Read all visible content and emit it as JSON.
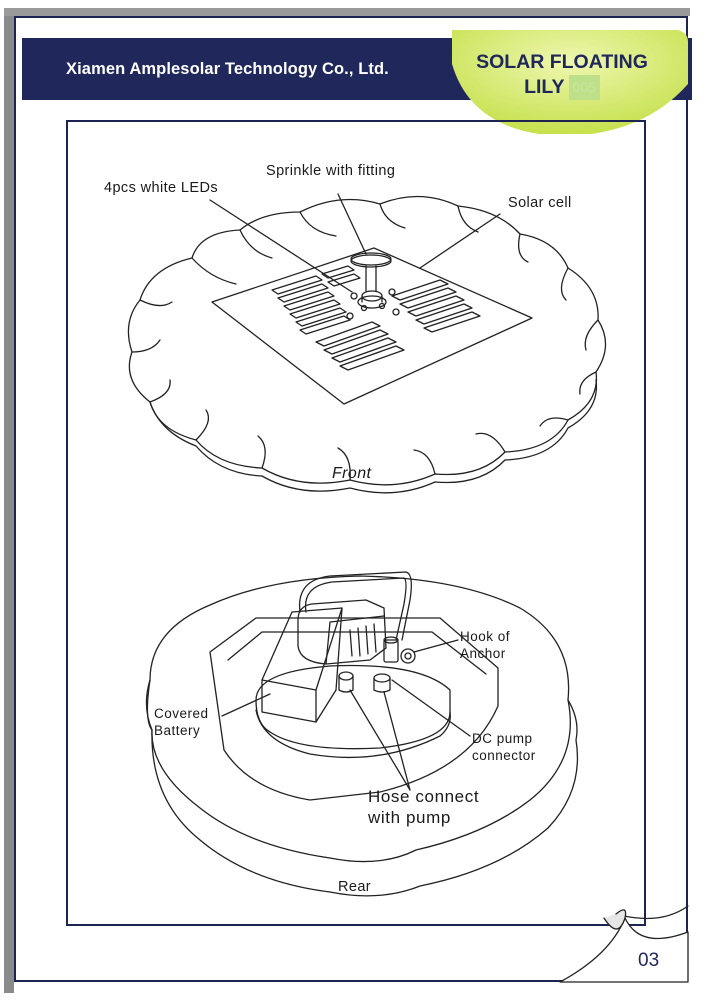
{
  "header": {
    "company": "Xiamen Amplesolar Technology Co., Ltd.",
    "product_line1": "SOLAR FLOATING",
    "product_line2": "LILY",
    "product_code": "005"
  },
  "front": {
    "caption": "Front",
    "labels": {
      "sprinkle": "Sprinkle with fitting",
      "leds": "4pcs white LEDs",
      "solar": "Solar cell"
    }
  },
  "rear": {
    "caption": "Rear",
    "labels": {
      "hook_line1": "Hook of",
      "hook_line2": "Anchor",
      "battery_line1": "Covered",
      "battery_line2": "Battery",
      "dc_line1": "DC pump",
      "dc_line2": "connector",
      "hose_line1": "Hose connect",
      "hose_line2": "with pump"
    }
  },
  "footer": {
    "page_number": "03"
  },
  "colors": {
    "navy": "#20275a",
    "lime": "#d7ec6a",
    "line": "#222222"
  }
}
